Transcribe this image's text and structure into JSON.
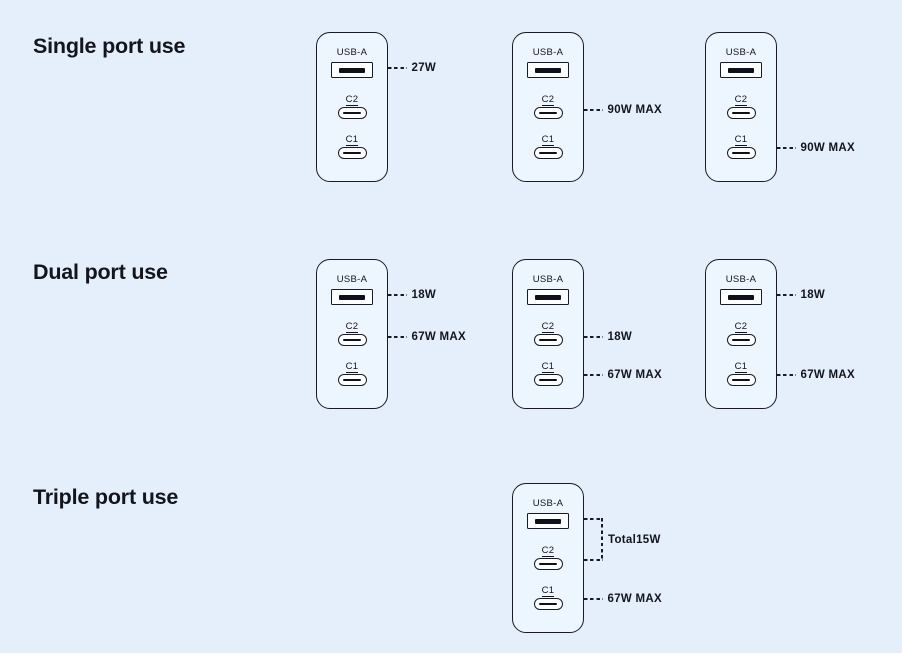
{
  "page": {
    "background": "#e4effb",
    "ink": "#1a1a24",
    "charger_fill": "#edf5fe",
    "port_fill": "#fcfeff"
  },
  "port_labels": {
    "usb_a": "USB-A",
    "c2": "C2",
    "c1": "C1"
  },
  "sections": [
    {
      "title": "Single port use",
      "chargers": [
        {
          "annotations": [
            {
              "port": "usb_a",
              "label": "27W"
            }
          ]
        },
        {
          "annotations": [
            {
              "port": "c2",
              "label": "90W MAX"
            }
          ]
        },
        {
          "annotations": [
            {
              "port": "c1",
              "label": "90W MAX"
            }
          ]
        }
      ]
    },
    {
      "title": "Dual port use",
      "chargers": [
        {
          "annotations": [
            {
              "port": "usb_a",
              "label": "18W"
            },
            {
              "port": "c2",
              "label": "67W MAX"
            }
          ]
        },
        {
          "annotations": [
            {
              "port": "c2",
              "label": "18W"
            },
            {
              "port": "c1",
              "label": "67W MAX"
            }
          ]
        },
        {
          "annotations": [
            {
              "port": "usb_a",
              "label": "18W"
            },
            {
              "port": "c1",
              "label": "67W MAX"
            }
          ]
        }
      ]
    },
    {
      "title": "Triple port use",
      "chargers": [
        {
          "annotations": [
            {
              "port": "usb_a+c2",
              "type": "bracket",
              "label": "Total15W"
            },
            {
              "port": "c1",
              "label": "67W MAX"
            }
          ]
        }
      ]
    }
  ]
}
